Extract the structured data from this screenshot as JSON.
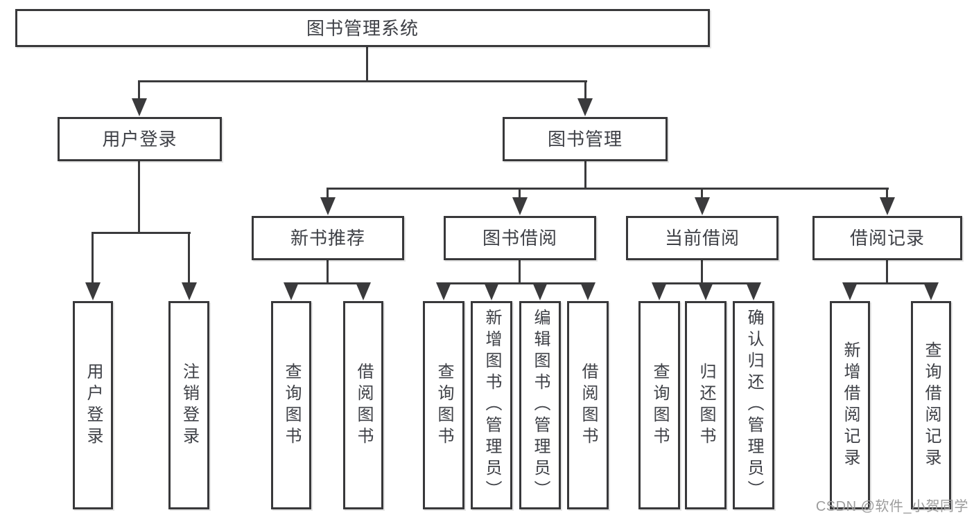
{
  "diagram": {
    "root": {
      "label": "图书管理系统"
    },
    "level2": [
      {
        "label": "用户登录"
      },
      {
        "label": "图书管理"
      }
    ],
    "level3": [
      {
        "label": "新书推荐"
      },
      {
        "label": "图书借阅"
      },
      {
        "label": "当前借阅"
      },
      {
        "label": "借阅记录"
      }
    ],
    "leaves": [
      {
        "label": "用户登录"
      },
      {
        "label": "注销登录"
      },
      {
        "label": "查询图书"
      },
      {
        "label": "借阅图书"
      },
      {
        "label": "查询图书"
      },
      {
        "label": "新增图书（管理员）"
      },
      {
        "label": "编辑图书（管理员）"
      },
      {
        "label": "借阅图书"
      },
      {
        "label": "查询图书"
      },
      {
        "label": "归还图书"
      },
      {
        "label": "确认归还（管理员）"
      },
      {
        "label": "新增借阅记录"
      },
      {
        "label": "查询借阅记录"
      }
    ]
  },
  "watermark": {
    "text": "CSDN @软件_小贺同学"
  },
  "colors": {
    "line": "#3a3a3c",
    "border": "#38383a",
    "text": "#3e4046",
    "watermark": "#9c9c9c",
    "background": "#ffffff"
  }
}
